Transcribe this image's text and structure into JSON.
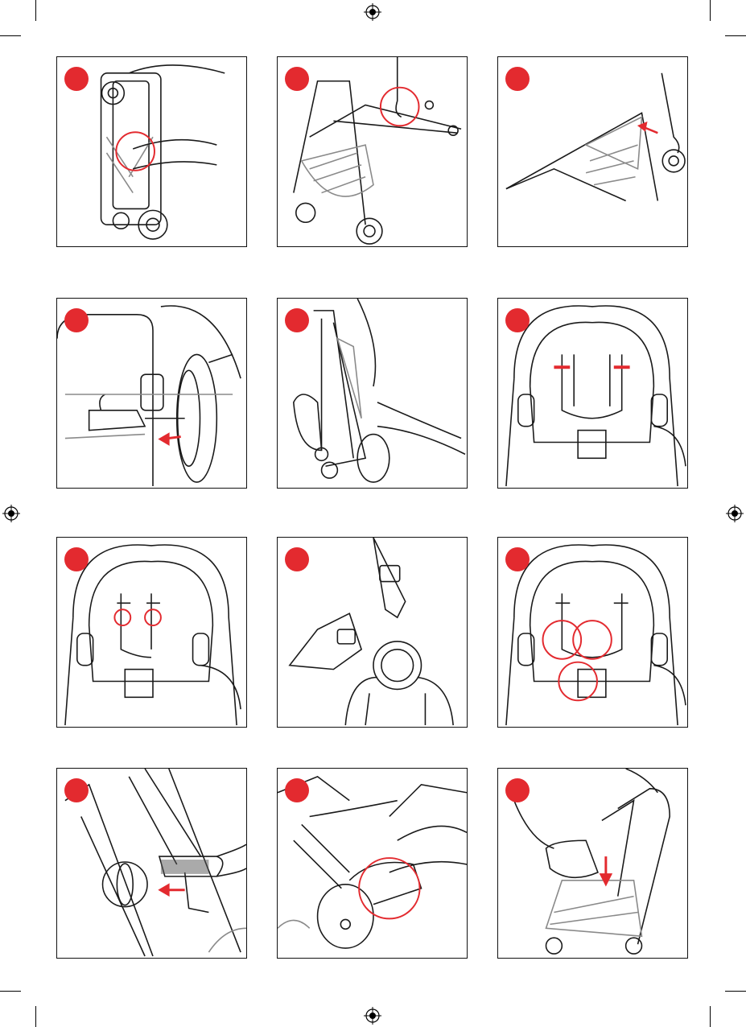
{
  "page": {
    "colors": {
      "accent_red": "#e32a2f",
      "line": "#1a1a1a",
      "mesh": "#8a8a8a",
      "background": "#ffffff"
    },
    "marks": {
      "registration": "registration-mark-icon",
      "crop": "crop-mark"
    }
  },
  "steps": [
    {
      "id": 1,
      "icon": "stroller-folded-latch-icon"
    },
    {
      "id": 2,
      "icon": "stroller-unfold-handle-icon"
    },
    {
      "id": 3,
      "icon": "stroller-frame-rear-wheel-icon"
    },
    {
      "id": 4,
      "icon": "wheel-attach-axle-icon"
    },
    {
      "id": 5,
      "icon": "stroller-front-wheel-attach-icon"
    },
    {
      "id": 6,
      "icon": "seat-harness-shoulder-straps-icon"
    },
    {
      "id": 7,
      "icon": "seat-harness-slots-icon"
    },
    {
      "id": 8,
      "icon": "buckle-clip-detail-icon"
    },
    {
      "id": 9,
      "icon": "harness-buckle-points-icon"
    },
    {
      "id": 10,
      "icon": "seat-attach-side-icon"
    },
    {
      "id": 11,
      "icon": "seat-release-button-icon"
    },
    {
      "id": 12,
      "icon": "seat-mount-on-frame-icon"
    }
  ]
}
